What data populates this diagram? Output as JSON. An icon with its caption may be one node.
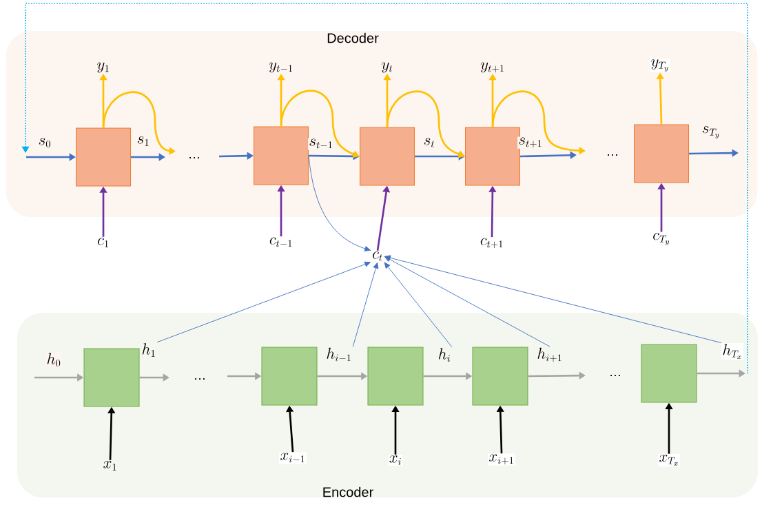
{
  "diagram": {
    "nodes": [
      {
        "text": [
          "Decoder"
        ]
      },
      {
        "text": [
          "Encoder"
        ]
      },
      {
        "text": [],
        "shape": "box",
        "in": 0
      },
      {
        "text": [],
        "shape": "box",
        "in": 0
      },
      {
        "text": [],
        "shape": "box",
        "in": 0
      },
      {
        "text": [],
        "shape": "box",
        "in": 0
      },
      {
        "text": [],
        "shape": "box",
        "in": 0
      },
      {
        "text": [],
        "shape": "box",
        "in": 1
      },
      {
        "text": [],
        "shape": "box",
        "in": 1
      },
      {
        "text": [],
        "shape": "box",
        "in": 1
      },
      {
        "text": [],
        "shape": "box",
        "in": 1
      },
      {
        "text": [],
        "shape": "box",
        "in": 1
      },
      {
        "text": [
          "y_{1}"
        ],
        "in": 0
      },
      {
        "text": [
          "y_{t-1}"
        ],
        "in": 0
      },
      {
        "text": [
          "y_{t}"
        ],
        "in": 0
      },
      {
        "text": [
          "y_{t+1}"
        ],
        "in": 0
      },
      {
        "text": [
          "y_{T_y}"
        ],
        "in": 0
      },
      {
        "text": [
          "c_{1}"
        ]
      },
      {
        "text": [
          "c_{t-1}"
        ]
      },
      {
        "text": [
          "c_{t}"
        ]
      },
      {
        "text": [
          "c_{t+1}"
        ]
      },
      {
        "text": [
          "c_{T_y}"
        ]
      },
      {
        "text": [
          "h_{1}"
        ],
        "in": 1
      },
      {
        "text": [
          "h_{i-1}"
        ],
        "in": 1
      },
      {
        "text": [
          "h_{i}"
        ],
        "in": 1
      },
      {
        "text": [
          "h_{i+1}"
        ],
        "in": 1
      },
      {
        "text": [
          "h_{T_x}"
        ],
        "in": 1
      },
      {
        "text": [
          "x_{1}"
        ],
        "in": 1
      },
      {
        "text": [
          "x_{i-1}"
        ],
        "in": 1
      },
      {
        "text": [
          "x_{i}"
        ],
        "in": 1
      },
      {
        "text": [
          "x_{i+1}"
        ],
        "in": 1
      },
      {
        "text": [
          "x_{T_x}"
        ],
        "in": 1
      }
    ],
    "edges": [
      {
        "from": null,
        "to": 2,
        "arrow": "to",
        "label": "s_{0}"
      },
      {
        "from": 2,
        "to": null,
        "arrow": "to",
        "label": "s_{1}"
      },
      {
        "from": null,
        "to": 3,
        "arrow": "to"
      },
      {
        "from": 3,
        "to": 4,
        "arrow": "to",
        "label": "s_{t-1}"
      },
      {
        "from": 4,
        "to": 5,
        "arrow": "to",
        "label": "s_{t}"
      },
      {
        "from": 5,
        "to": null,
        "arrow": "to",
        "label": "s_{t+1}"
      },
      {
        "from": 6,
        "to": null,
        "arrow": "to",
        "label": "s_{T_y}"
      },
      {
        "from": 2,
        "to": 12,
        "arrow": "to",
        "color": "#ffc000"
      },
      {
        "from": 3,
        "to": 13,
        "arrow": "to",
        "color": "#ffc000"
      },
      {
        "from": 4,
        "to": 14,
        "arrow": "to",
        "color": "#ffc000"
      },
      {
        "from": 5,
        "to": 15,
        "arrow": "to",
        "color": "#ffc000"
      },
      {
        "from": 6,
        "to": 16,
        "arrow": "to",
        "color": "#ffc000"
      },
      {
        "from": 2,
        "to": null,
        "arrow": "to",
        "color": "#ffc000"
      },
      {
        "from": 3,
        "to": 4,
        "arrow": "to",
        "color": "#ffc000"
      },
      {
        "from": 4,
        "to": 5,
        "arrow": "to",
        "color": "#ffc000"
      },
      {
        "from": 5,
        "to": null,
        "arrow": "to",
        "color": "#ffc000"
      },
      {
        "from": 17,
        "to": 2,
        "arrow": "to",
        "color": "#7030a0"
      },
      {
        "from": 18,
        "to": 3,
        "arrow": "to",
        "color": "#7030a0"
      },
      {
        "from": 19,
        "to": 4,
        "arrow": "to",
        "color": "#7030a0"
      },
      {
        "from": 20,
        "to": 5,
        "arrow": "to",
        "color": "#7030a0"
      },
      {
        "from": 21,
        "to": 6,
        "arrow": "to",
        "color": "#7030a0"
      },
      {
        "from": 3,
        "to": 19,
        "arrow": "to"
      },
      {
        "from": 22,
        "to": 19,
        "arrow": "to"
      },
      {
        "from": 23,
        "to": 19,
        "arrow": "to"
      },
      {
        "from": 24,
        "to": 19,
        "arrow": "to"
      },
      {
        "from": 25,
        "to": 19,
        "arrow": "to"
      },
      {
        "from": 26,
        "to": 19,
        "arrow": "to"
      },
      {
        "from": null,
        "to": 7,
        "arrow": "to",
        "label": "h_{0}",
        "color": "#a5a5a5"
      },
      {
        "from": 7,
        "to": null,
        "arrow": "to",
        "color": "#a5a5a5"
      },
      {
        "from": null,
        "to": 8,
        "arrow": "to",
        "color": "#a5a5a5"
      },
      {
        "from": 8,
        "to": 9,
        "arrow": "to",
        "color": "#a5a5a5"
      },
      {
        "from": 9,
        "to": 10,
        "arrow": "to",
        "color": "#a5a5a5"
      },
      {
        "from": 10,
        "to": null,
        "arrow": "to",
        "color": "#a5a5a5"
      },
      {
        "from": 11,
        "to": null,
        "arrow": "to",
        "color": "#a5a5a5"
      },
      {
        "from": 27,
        "to": 7,
        "arrow": "to",
        "color": "#000000"
      },
      {
        "from": 28,
        "to": 8,
        "arrow": "to",
        "color": "#000000"
      },
      {
        "from": 29,
        "to": 9,
        "arrow": "to",
        "color": "#000000"
      },
      {
        "from": 30,
        "to": 10,
        "arrow": "to",
        "color": "#000000"
      },
      {
        "from": 31,
        "to": 11,
        "arrow": "to",
        "color": "#000000"
      },
      {
        "from": 11,
        "to": null,
        "arrow": "to",
        "style": "dashed",
        "color": "#00b0f0"
      }
    ],
    "labels": [
      "…",
      "…",
      "…",
      "…"
    ]
  }
}
